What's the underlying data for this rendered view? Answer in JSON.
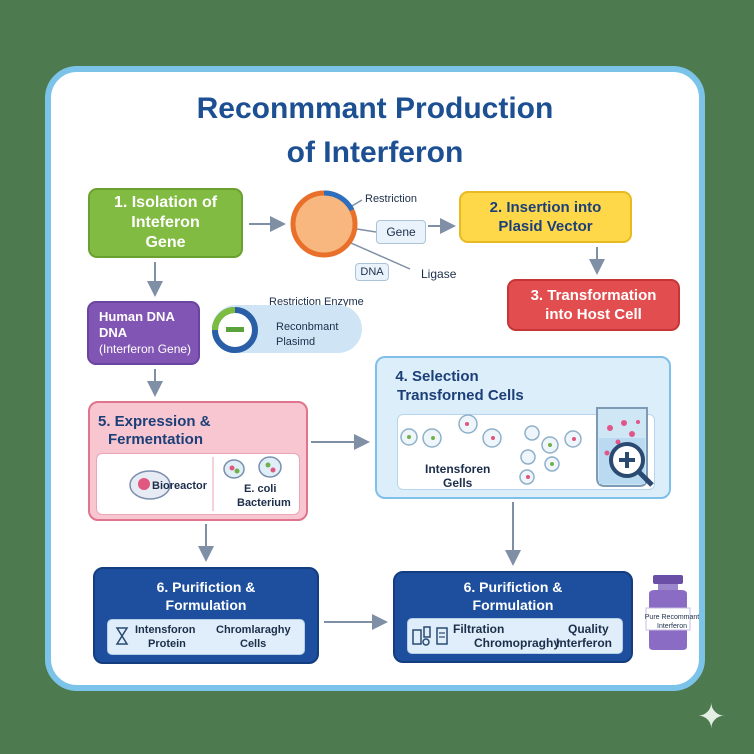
{
  "title": {
    "line1": "Reconmmant Production",
    "line2": "of Interferon"
  },
  "step1": {
    "line1": "1. Isolation of",
    "line2": "Inteferon",
    "line3": "Gene"
  },
  "restriction_graphic": {
    "restriction": "Restriction",
    "gene": "Gene",
    "dna": "DNA",
    "ligase": "Ligase"
  },
  "step2": {
    "line1": "2. Insertion into",
    "line2": "Plasid Vector"
  },
  "step3": {
    "line1": "3. Transformation",
    "line2": "into Host Cell"
  },
  "human_dna": {
    "line1": "Human DNA",
    "line2": "DNA",
    "line3": "(Interferon Gene)"
  },
  "plasmid": {
    "enzyme": "Restriction Enzyme",
    "line1": "Reconbmant",
    "line2": "Plasimd"
  },
  "step4": {
    "line1": "4. Selection",
    "line2": "Transforned Cells",
    "cells_line1": "Intensforen",
    "cells_line2": "Gells"
  },
  "step5": {
    "line1": "5. Expression &",
    "line2": "Fermentation",
    "bioreactor": "Bioreactor",
    "ecoli_line1": "E. coli",
    "ecoli_line2": "Bacterium"
  },
  "step6a": {
    "line1": "6. Purifiction &",
    "line2": "Formulation",
    "col1_line1": "Intensforon",
    "col1_line2": "Protein",
    "col2_line1": "Chromlaraghy",
    "col2_line2": "Cells"
  },
  "step6b": {
    "line1": "6. Purifiction &",
    "line2": "Formulation",
    "filtration": "Filtration",
    "chrom": "Chromopraghy",
    "quality": "Quality",
    "interferon": "Interferon"
  },
  "vial": {
    "line1": "Pure Recommant",
    "line2": "Interferon"
  },
  "colors": {
    "background": "#4e7a4f",
    "card_border": "#7cc3ea",
    "title": "#1d4f93",
    "arrow": "#7f8fa6"
  },
  "icons": [
    "arrow-right-icon",
    "arrow-down-icon",
    "plasmid-ring-icon",
    "cell-icon",
    "beaker-icon",
    "magnifier-icon",
    "hourglass-icon",
    "vial-icon",
    "sparkle-icon"
  ]
}
